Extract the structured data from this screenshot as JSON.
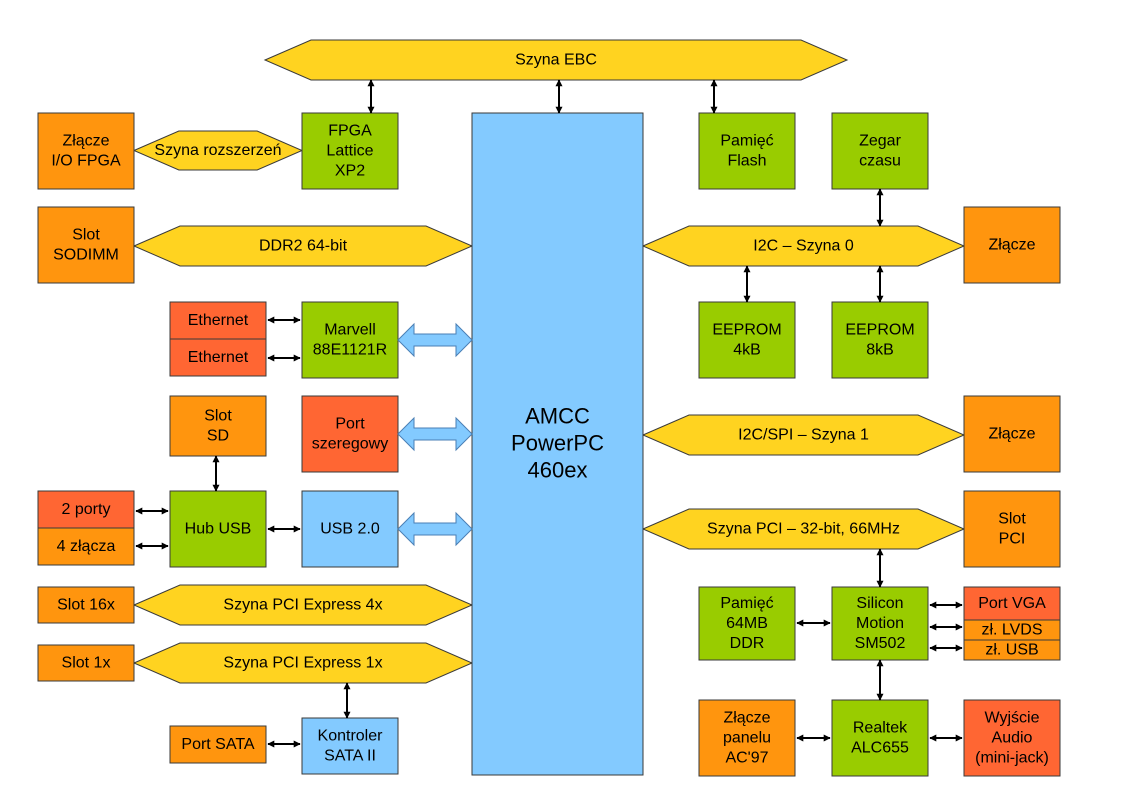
{
  "colors": {
    "bus": "#ffd320",
    "cpu": "#83caff",
    "green": "#99cc00",
    "orange": "#ff950e",
    "red_orange": "#ff6633",
    "blue": "#83caff",
    "stroke": "#3a3a3a"
  },
  "buses": {
    "ebc": "Szyna EBC",
    "expansion": "Szyna rozszerzeń",
    "ddr2": "DDR2 64-bit",
    "i2c0": "I2C – Szyna 0",
    "i2c_spi1": "I2C/SPI – Szyna 1",
    "pci": "Szyna PCI – 32-bit, 66MHz",
    "pcie4x": "Szyna PCI Express 4x",
    "pcie1x": "Szyna PCI Express 1x"
  },
  "blocks": {
    "cpu": [
      "AMCC",
      "PowerPC",
      "460ex"
    ],
    "io_fpga": [
      "Złącze",
      "I/O FPGA"
    ],
    "fpga": [
      "FPGA",
      "Lattice",
      "XP2"
    ],
    "flash": [
      "Pamięć",
      "Flash"
    ],
    "rtc": [
      "Zegar",
      "czasu"
    ],
    "sodimm": [
      "Slot",
      "SODIMM"
    ],
    "i2c0_conn": [
      "Złącze"
    ],
    "eth1": [
      "Ethernet"
    ],
    "eth2": [
      "Ethernet"
    ],
    "marvell": [
      "Marvell",
      "88E1121R"
    ],
    "eeprom1": [
      "EEPROM",
      "4kB"
    ],
    "eeprom2": [
      "EEPROM",
      "8kB"
    ],
    "slot_sd": [
      "Slot",
      "SD"
    ],
    "serial": [
      "Port",
      "szeregowy"
    ],
    "i2c1_conn": [
      "Złącze"
    ],
    "usb_ports": [
      "2 porty"
    ],
    "usb_conns": [
      "4 złącza"
    ],
    "hub_usb": [
      "Hub USB"
    ],
    "usb20": [
      "USB 2.0"
    ],
    "slot_pci": [
      "Slot",
      "PCI"
    ],
    "slot16x": [
      "Slot 16x"
    ],
    "ddr_mem": [
      "Pamięć",
      "64MB",
      "DDR"
    ],
    "sm502": [
      "Silicon",
      "Motion",
      "SM502"
    ],
    "vga": [
      "Port VGA"
    ],
    "lvds": [
      "zł. LVDS"
    ],
    "usb_conn": [
      "zł. USB"
    ],
    "slot1x": [
      "Slot 1x"
    ],
    "ac97": [
      "Złącze",
      "panelu",
      "AC'97"
    ],
    "alc655": [
      "Realtek",
      "ALC655"
    ],
    "audio": [
      "Wyjście",
      "Audio",
      "(mini-jack)"
    ],
    "sata_port": [
      "Port SATA"
    ],
    "sata_ctrl": [
      "Kontroler",
      "SATA II"
    ]
  }
}
